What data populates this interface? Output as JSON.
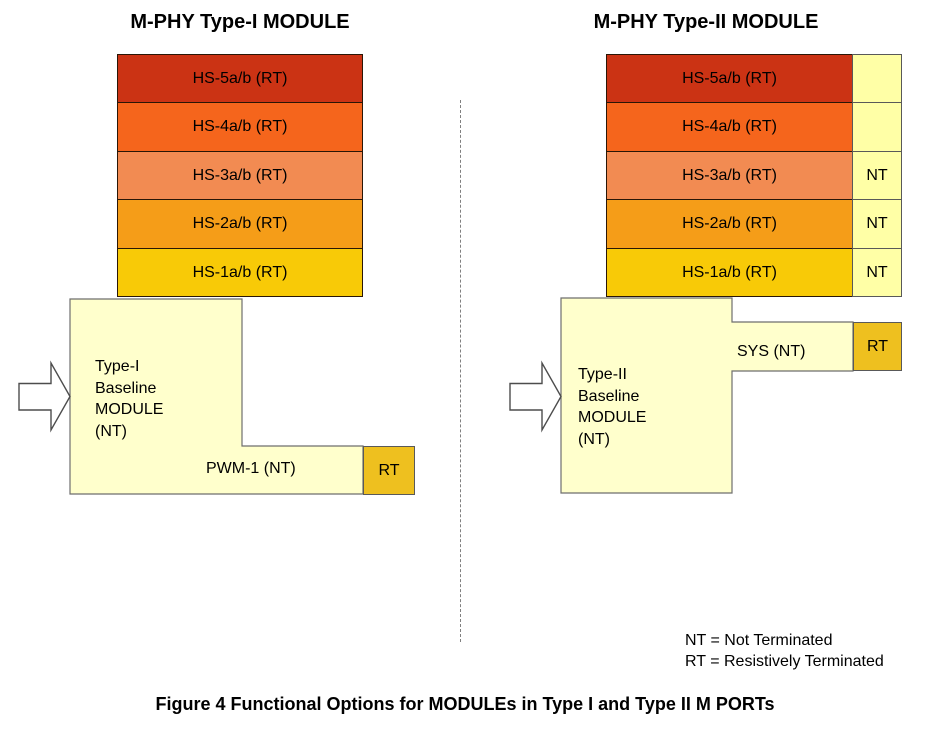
{
  "left_panel": {
    "title": "M-PHY Type-I MODULE",
    "bars": [
      {
        "label": "HS-5a/b (RT)",
        "color": "#cb3314"
      },
      {
        "label": "HS-4a/b (RT)",
        "color": "#f5651c"
      },
      {
        "label": "HS-3a/b (RT)",
        "color": "#f28b52"
      },
      {
        "label": "HS-2a/b (RT)",
        "color": "#f59d18"
      },
      {
        "label": "HS-1a/b (RT)",
        "color": "#f8ca07"
      }
    ],
    "module_lines": [
      "Type-I",
      "Baseline",
      "MODULE",
      "(NT)"
    ],
    "arm_label": "PWM-1 (NT)",
    "rt_label": "RT"
  },
  "right_panel": {
    "title": "M-PHY Type-II MODULE",
    "bars": [
      {
        "label": "HS-5a/b (RT)",
        "color": "#cb3314",
        "nt": ""
      },
      {
        "label": "HS-4a/b (RT)",
        "color": "#f5651c",
        "nt": ""
      },
      {
        "label": "HS-3a/b (RT)",
        "color": "#f28b52",
        "nt": "NT"
      },
      {
        "label": "HS-2a/b (RT)",
        "color": "#f59d18",
        "nt": "NT"
      },
      {
        "label": "HS-1a/b (RT)",
        "color": "#f8ca07",
        "nt": "NT"
      }
    ],
    "module_lines": [
      "Type-II",
      "Baseline",
      "MODULE",
      "(NT)"
    ],
    "arm_label": "SYS (NT)",
    "rt_label": "RT"
  },
  "legend": {
    "nt": "NT = Not Terminated",
    "rt": "RT = Resistively Terminated"
  },
  "caption": "Figure 4 Functional Options for MODULEs in Type I and Type II M PORTs",
  "colors": {
    "module_fill": "#ffffcc",
    "nt_cell_fill": "#ffffa6",
    "rt_fill": "#eec01f"
  }
}
